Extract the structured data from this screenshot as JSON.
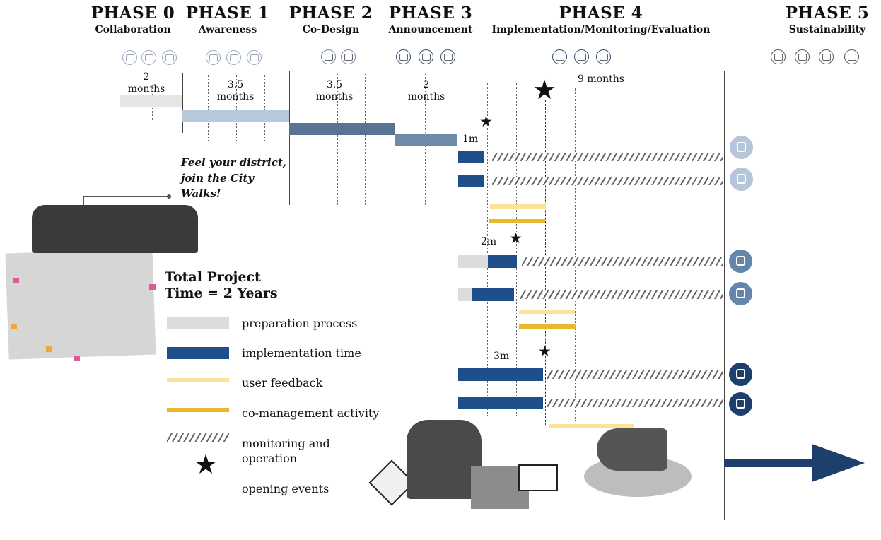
{
  "phases": [
    {
      "title": "PHASE 0",
      "subtitle": "Collaboration"
    },
    {
      "title": "PHASE 1",
      "subtitle": "Awareness"
    },
    {
      "title": "PHASE 2",
      "subtitle": "Co-Design"
    },
    {
      "title": "PHASE 3",
      "subtitle": "Announcement"
    },
    {
      "title": "PHASE 4",
      "subtitle": "Implementation/Monitoring/Evaluation"
    },
    {
      "title": "PHASE 5",
      "subtitle": "Sustainability"
    }
  ],
  "durations": [
    "2\nmonths",
    "3.5\nmonths",
    "3.5\nmonths",
    "2\nmonths",
    "9 months"
  ],
  "milestones": [
    "1m",
    "2m",
    "3m"
  ],
  "callout": "Feel your district,\njoin the City\nWalks!",
  "total": "Total Project\nTime = 2 Years",
  "legend": [
    {
      "label": "preparation process",
      "color": "#dcdcdc"
    },
    {
      "label": "implementation time",
      "color": "#1f4f8a"
    },
    {
      "label": "user feedback",
      "color": "#fbe49a"
    },
    {
      "label": "co-management activity",
      "color": "#e9b92c"
    },
    {
      "label": "monitoring and\noperation",
      "color": "#666666"
    },
    {
      "label": "opening events",
      "color": "#111111"
    }
  ],
  "colors": {
    "phase0_bar": "#e6e6e6",
    "phase1_bar": "#b9c9dc",
    "phase2_bar": "#5a7394",
    "phase3_bar": "#6f8ba9",
    "implementation": "#1f4f8a",
    "badge_light": "#b5c6da",
    "badge_mid": "#6486ab",
    "badge_dark": "#1c3f6b",
    "arrow": "#1c3f6b"
  },
  "icons": {
    "phase0": [
      "handshake-icon",
      "presentation-icon",
      "workshop-icon"
    ],
    "phase1": [
      "people-network-icon",
      "share-icon",
      "document-icon"
    ],
    "phase2": [
      "handshake-icon",
      "presentation-icon"
    ],
    "phase3": [
      "newspaper-icon",
      "megaphone-icon",
      "money-icon"
    ],
    "phase4": [
      "handshake-icon",
      "monitor-icon",
      "chart-icon"
    ],
    "phase5": [
      "presentation-icon",
      "chart-icon",
      "document-icon",
      "handshake-icon"
    ],
    "badges": [
      "family-icon",
      "children-icon",
      "workers-icon",
      "arrows-in-icon",
      "bicycle-icon",
      "devices-icon"
    ]
  }
}
